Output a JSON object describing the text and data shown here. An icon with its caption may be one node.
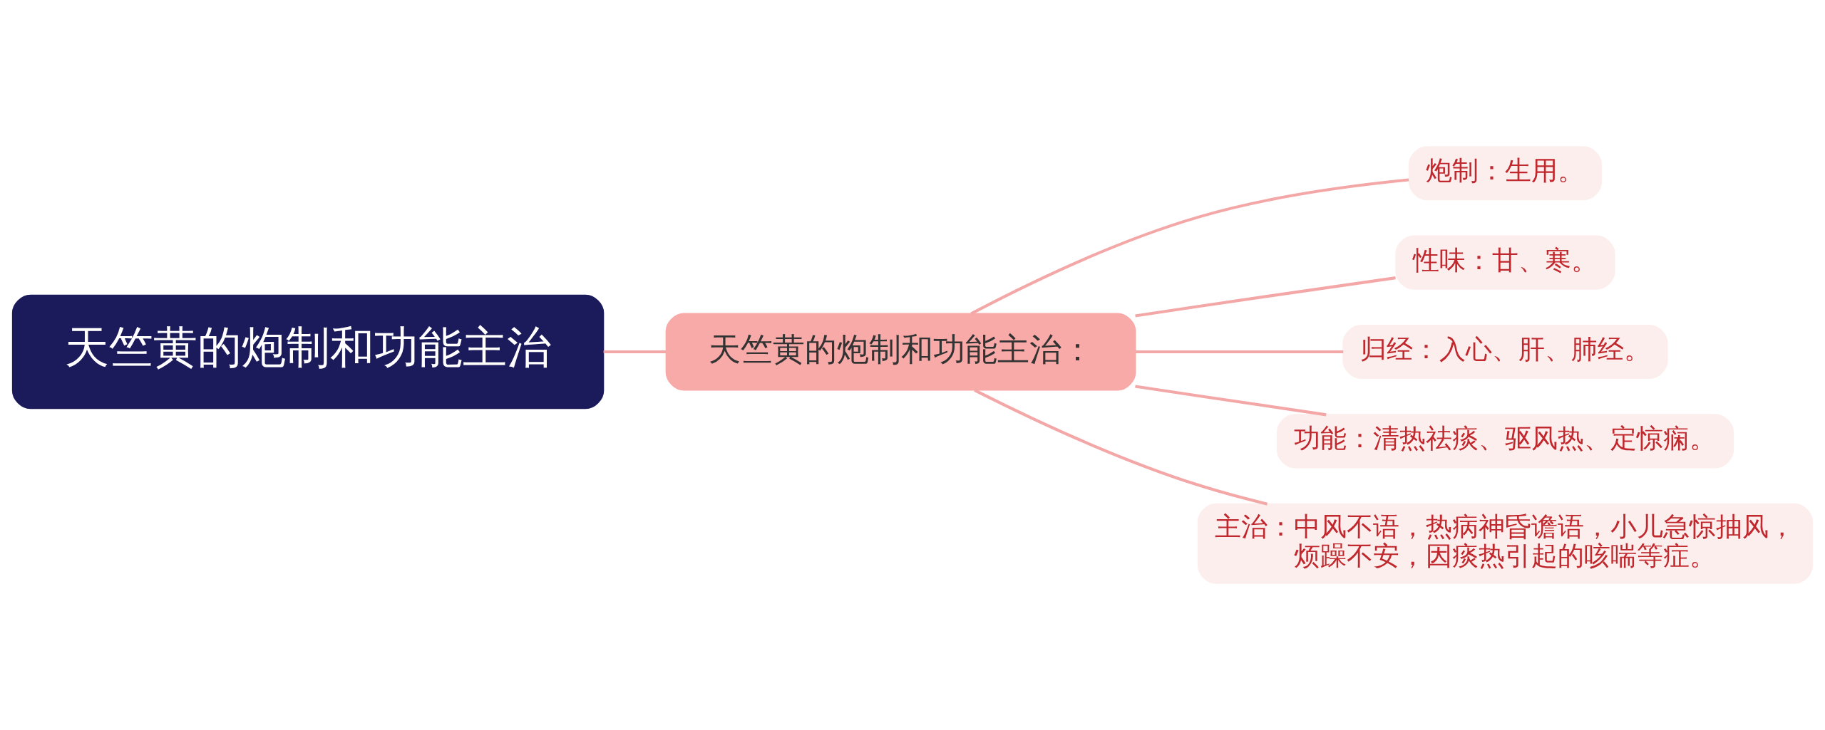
{
  "diagram": {
    "nodes": [
      {
        "text": [
          "天竺黄的炮制和功能主治"
        ]
      },
      {
        "text": [
          "天竺黄的炮制和功能主治："
        ]
      },
      {
        "text": [
          "炮制：生用。"
        ]
      },
      {
        "text": [
          "性味：甘、寒。"
        ]
      },
      {
        "text": [
          "归经：入心、肝、肺经。"
        ]
      },
      {
        "text": [
          "功能：清热祛痰、驱风热、定惊痫。"
        ]
      },
      {
        "text": [
          "主治：中风不语，热病神昏谵语，小儿急惊抽风，烦躁不安，因痰热引起的咳喘等症。"
        ]
      }
    ],
    "edges": [
      {
        "from": 0,
        "to": 1,
        "arrow": "none"
      },
      {
        "from": 1,
        "to": 2,
        "arrow": "none"
      },
      {
        "from": 1,
        "to": 3,
        "arrow": "none"
      },
      {
        "from": 1,
        "to": 4,
        "arrow": "none"
      },
      {
        "from": 1,
        "to": 5,
        "arrow": "none"
      },
      {
        "from": 1,
        "to": 6,
        "arrow": "none"
      }
    ]
  }
}
